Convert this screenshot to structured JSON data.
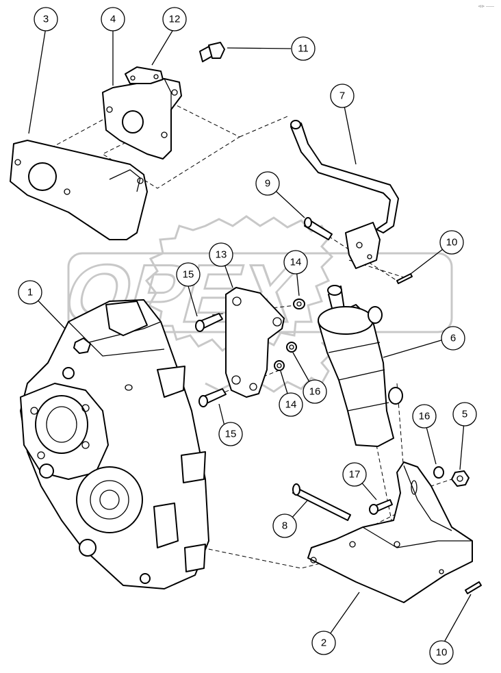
{
  "drawing": {
    "corner_mark": "⊲⊳ ——",
    "watermark_text": "OPEX"
  },
  "callouts": [
    {
      "number": "1",
      "part": "gearbox"
    },
    {
      "number": "2",
      "part": "mounting-bracket"
    },
    {
      "number": "3",
      "part": "plate-bracket-left"
    },
    {
      "number": "4",
      "part": "plate-bracket-small"
    },
    {
      "number": "5",
      "part": "lock-nut"
    },
    {
      "number": "6",
      "part": "hydraulic-cylinder"
    },
    {
      "number": "7",
      "part": "bent-rod"
    },
    {
      "number": "8",
      "part": "pin-long"
    },
    {
      "number": "9",
      "part": "pin-short"
    },
    {
      "number": "10",
      "part": "cotter-pin-top"
    },
    {
      "number": "10",
      "part": "cotter-pin-bottom"
    },
    {
      "number": "11",
      "part": "fitting"
    },
    {
      "number": "12",
      "part": "link"
    },
    {
      "number": "13",
      "part": "adapter-plate"
    },
    {
      "number": "14",
      "part": "washer-top"
    },
    {
      "number": "14",
      "part": "washer-bottom"
    },
    {
      "number": "15",
      "part": "bolt-top"
    },
    {
      "number": "15",
      "part": "bolt-bottom"
    },
    {
      "number": "16",
      "part": "washer-middle"
    },
    {
      "number": "16",
      "part": "washer-right"
    },
    {
      "number": "17",
      "part": "bolt-small"
    }
  ]
}
